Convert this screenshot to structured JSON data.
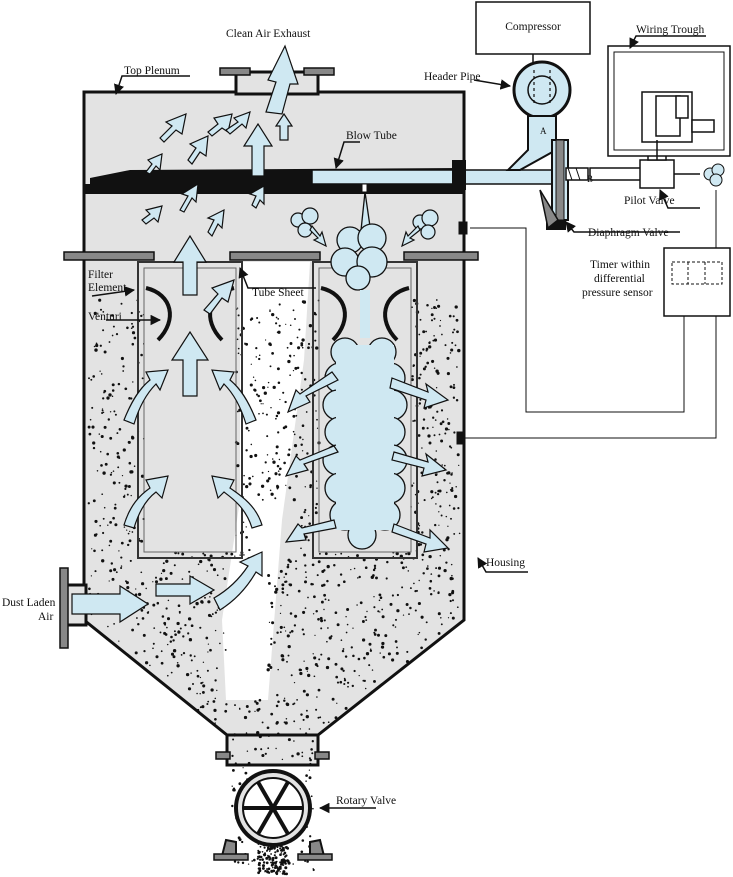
{
  "labels": {
    "clean_air_exhaust": "Clean Air Exhaust",
    "top_plenum": "Top Plenum",
    "compressor": "Compressor",
    "header_pipe": "Header Pipe",
    "wiring_trough": "Wiring Trough",
    "blow_tube": "Blow Tube",
    "marker_a": "A",
    "marker_b": "B",
    "pilot_valve": "Pilot Valve",
    "diaphragm_valve": "Diaphragm Valve",
    "timer_line1": "Timer within",
    "timer_line2": "differential",
    "timer_line3": "pressure sensor",
    "filter_element_line1": "Filter",
    "filter_element_line2": "Element",
    "tube_sheet": "Tube Sheet",
    "venturi": "Venturi",
    "housing": "Housing",
    "dust_laden_line1": "Dust Laden",
    "dust_laden_line2": "Air",
    "rotary_valve": "Rotary Valve"
  },
  "colors": {
    "air": "#cfe8f2",
    "outline": "#111111",
    "housing_fill": "#e3e3e3",
    "cloud": "#cfe8f2"
  }
}
